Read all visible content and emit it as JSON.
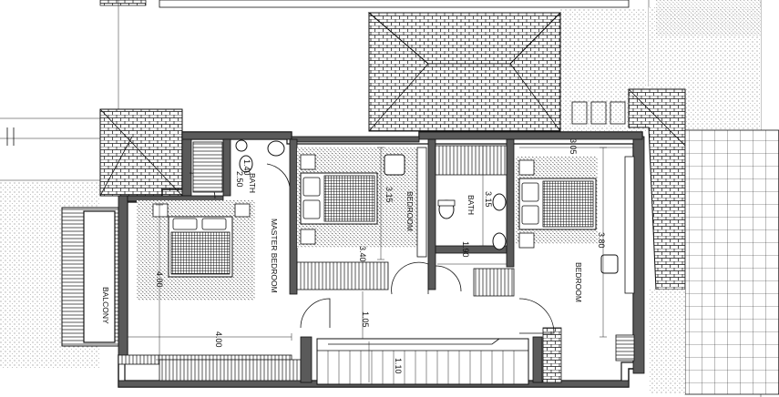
{
  "rooms": {
    "master_bedroom": "MASTER BEDROOM",
    "bedroom_mid": "BEDROOM",
    "bath_mid": "BATH",
    "bath_left": "BATH",
    "bedroom_right": "BEDROOM",
    "balcony": "BALCONY"
  },
  "dimensions": {
    "d_400_vertical": "4.00",
    "d_400_horizontal": "4.00",
    "d_315_mid": "3.15",
    "d_340": "3.40",
    "d_315_bath": "3.15",
    "d_190": "1.90",
    "d_305": "3.05",
    "d_380": "3.80",
    "d_105": "1.05",
    "d_110": "1.10",
    "d_250": "2.50",
    "d_140": "1.40"
  },
  "colors": {
    "line": "#111111",
    "wall_fill": "#5a5a5a",
    "paper": "#ffffff",
    "hatch": "#222222"
  }
}
